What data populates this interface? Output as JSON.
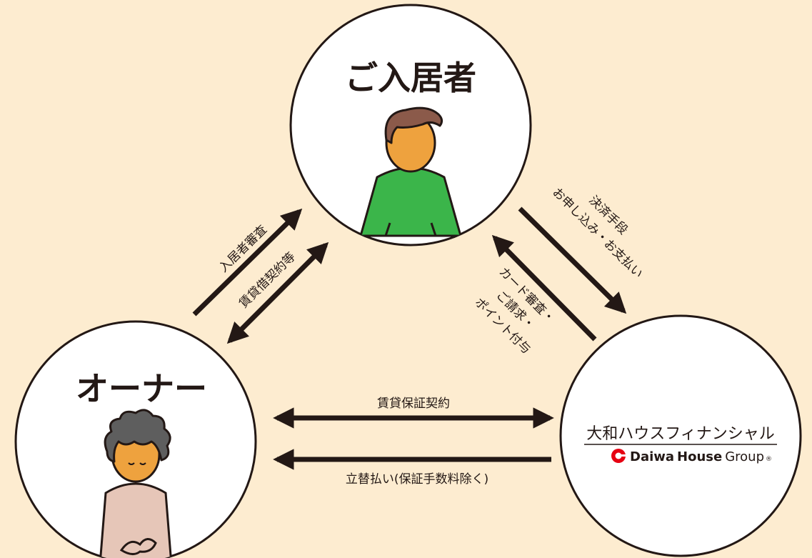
{
  "colors": {
    "background": "#fdecd0",
    "circle_fill": "#ffffff",
    "stroke": "#231815",
    "skin": "#eea23e",
    "hair_resident": "#8b5a4a",
    "shirt_resident": "#3bb54a",
    "hair_owner": "#5e5e5e",
    "shirt_owner": "#e6c6b8",
    "logo_red": "#e60012"
  },
  "nodes": {
    "resident": {
      "title": "ご入居者",
      "figure_icon": "resident-person-icon"
    },
    "owner": {
      "title": "オーナー",
      "figure_icon": "owner-person-icon"
    },
    "company": {
      "name": "大和ハウスフィナンシャル",
      "logo_word1": "Daiwa",
      "logo_word2": "House",
      "logo_word3": "Group",
      "logo_mark": "®",
      "logo_icon": "daiwa-house-logo-icon"
    }
  },
  "edges": {
    "owner_resident_1": "入居者審査",
    "owner_resident_2": "賃貸借契約等",
    "resident_company_1": "決済手段",
    "resident_company_2": "お申し込み・お支払い",
    "company_resident_1": "カード審査・",
    "company_resident_2": "ご請求・",
    "company_resident_3": "ポイント付与",
    "owner_company": "賃貸保証契約",
    "company_owner": "立替払い(保証手数料除く)"
  }
}
